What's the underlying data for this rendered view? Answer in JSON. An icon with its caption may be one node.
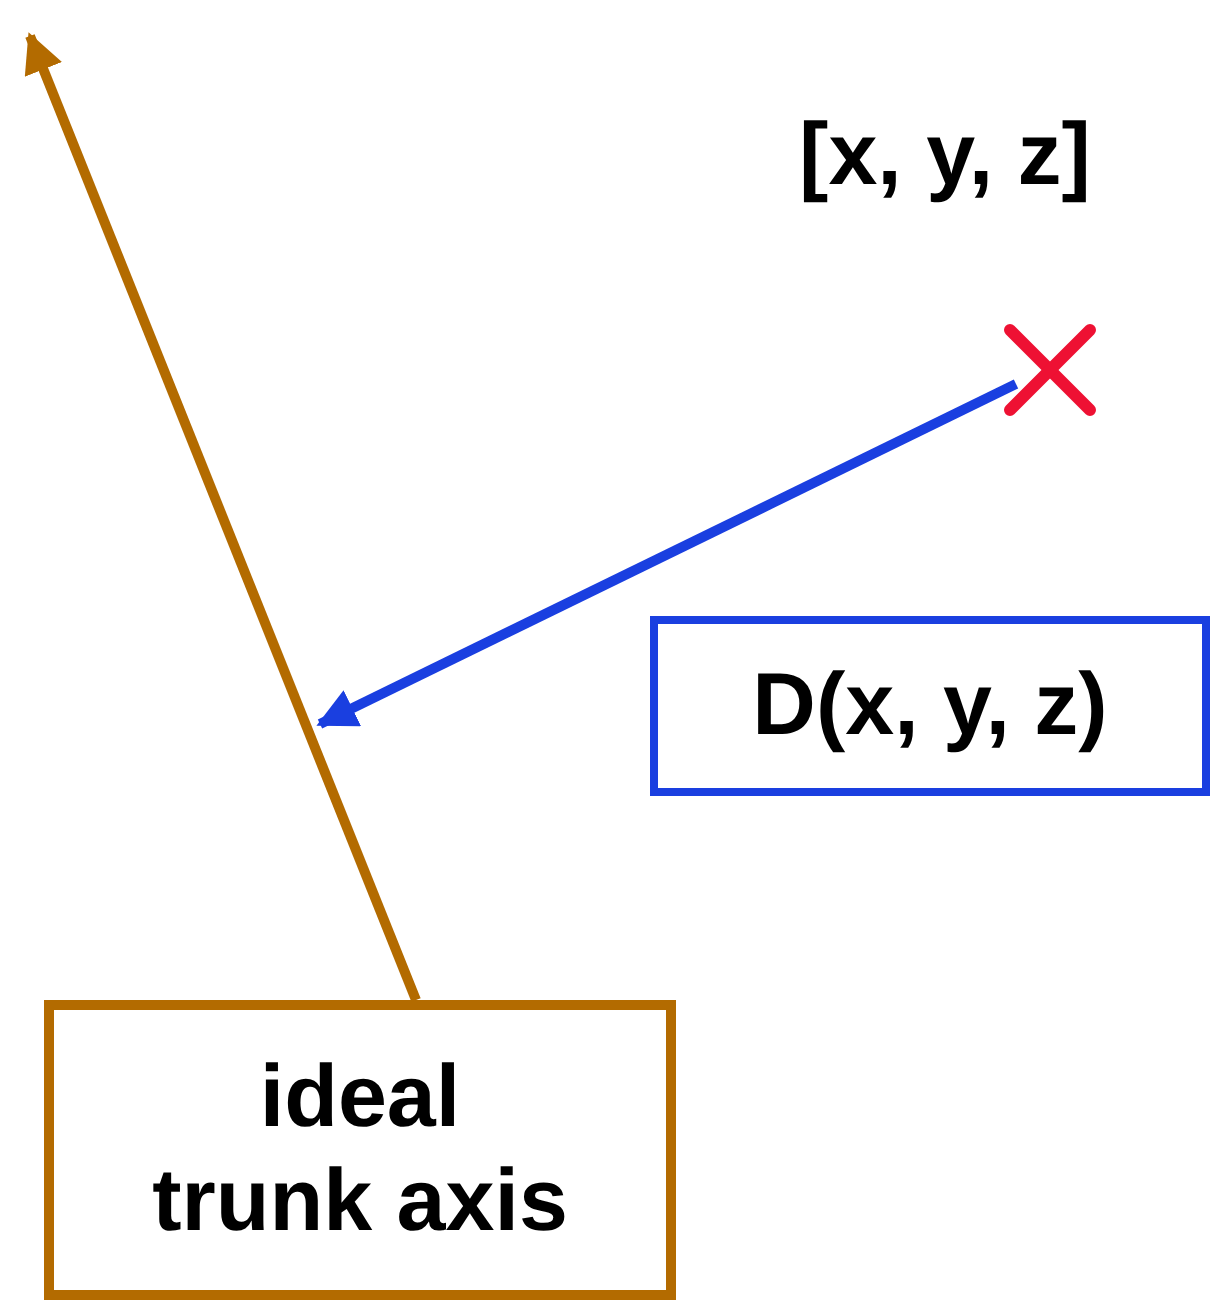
{
  "diagram": {
    "nodes": [
      {
        "text": [
          "ideal trunk axis"
        ]
      },
      {
        "text": [],
        "shape": "cross",
        "beside": [
          "[x, y, z]"
        ]
      },
      {
        "text": [
          "D(x, y, z)"
        ]
      }
    ],
    "edges": [
      {
        "from": 0,
        "to": null,
        "arrow": "to",
        "color": "#b36b00"
      },
      {
        "from": 1,
        "to": null,
        "arrow": "to",
        "color": "#1a3fe0"
      }
    ]
  }
}
